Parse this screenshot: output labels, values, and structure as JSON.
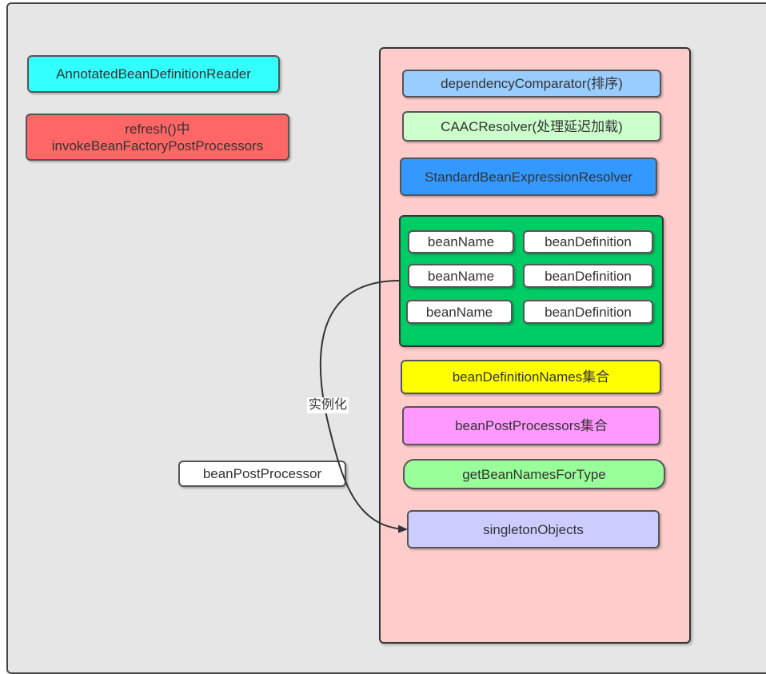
{
  "left_boxes": {
    "reader": "AnnotatedBeanDefinitionReader",
    "refresh_line1": "refresh()中",
    "refresh_line2": "invokeBeanFactoryPostProcessors"
  },
  "container": {
    "dependency_comparator": "dependencyComparator(排序)",
    "caac_resolver": "CAACResolver(处理延迟加载)",
    "expression_resolver": "StandardBeanExpressionResolver",
    "map_entries": [
      {
        "key": "beanName",
        "value": "beanDefinition"
      },
      {
        "key": "beanName",
        "value": "beanDefinition"
      },
      {
        "key": "beanName",
        "value": "beanDefinition"
      }
    ],
    "bean_definition_names": "beanDefinitionNames集合",
    "bean_post_processors": "beanPostProcessors集合",
    "get_bean_names_for_type": "getBeanNamesForType",
    "singleton_objects": "singletonObjects"
  },
  "bean_post_processor": "beanPostProcessor",
  "edge_label": "实例化",
  "colors": {
    "canvas": "#e6e6e6",
    "reader": "#33ffff",
    "refresh": "#ff6666",
    "container": "#ffcccc",
    "dependency_comparator": "#99ccff",
    "caac_resolver": "#ccffcc",
    "expression_resolver": "#3399ff",
    "map_container": "#00cc66",
    "bean_definition_names": "#ffff00",
    "bean_post_processors": "#ff99ff",
    "get_bean_names_for_type": "#99ff99",
    "singleton_objects": "#ccccff"
  }
}
